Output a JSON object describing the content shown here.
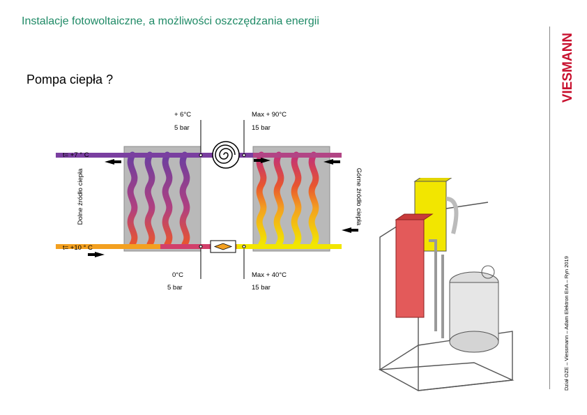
{
  "header": {
    "title": "Instalacje fotowoltaiczne, a możliwości oszczędzania energii",
    "subtitle": "Pompa ciepła ?"
  },
  "brand": {
    "logo_text": "VIESMANN",
    "logo_color": "#c8102e"
  },
  "footer": {
    "vertical_text": "Dział OZE – Viessmann – Adam Elektron EnA – Ryn 2019"
  },
  "diagram": {
    "top_left_temp": "+ 6°C",
    "top_left_pressure": "5 bar",
    "top_right_temp": "Max + 90°C",
    "top_right_pressure": "15 bar",
    "left_top_temp": "t= +7 ° C",
    "left_bottom_temp": "t= +10 ° C",
    "left_vertical": "Dolne źródło ciepła",
    "right_vertical": "Górne źródło ciepła",
    "bottom_left_temp": "0°C",
    "bottom_left_pressure": "5 bar",
    "bottom_right_temp": "Max + 40°C",
    "bottom_right_pressure": "15 bar"
  },
  "colors": {
    "title": "#1f8a66",
    "hot": "#f2e600",
    "purple": "#7a3fa0",
    "orange": "#f3a020",
    "red": "#d13a4a"
  }
}
